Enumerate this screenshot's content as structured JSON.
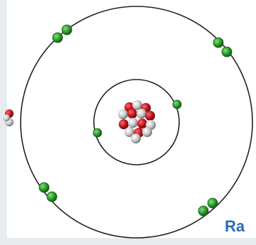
{
  "caption": {
    "text": "Ra"
  },
  "colors": {
    "electron": "#2e9a2e",
    "electron_highlight": "#6fd46f",
    "electron_outline": "#145c14",
    "proton": "#c0141c",
    "neutron": "#c8c8c8",
    "orbit": "#222222",
    "caption": "#2d6bb5",
    "frame": "#e9ecef"
  },
  "atom": {
    "shells": [
      {
        "name": "inner-shell",
        "electron_count": 2
      },
      {
        "name": "outer-shell",
        "electron_count": 8
      }
    ],
    "nucleus": {
      "particle_types": [
        "proton",
        "neutron"
      ]
    }
  }
}
